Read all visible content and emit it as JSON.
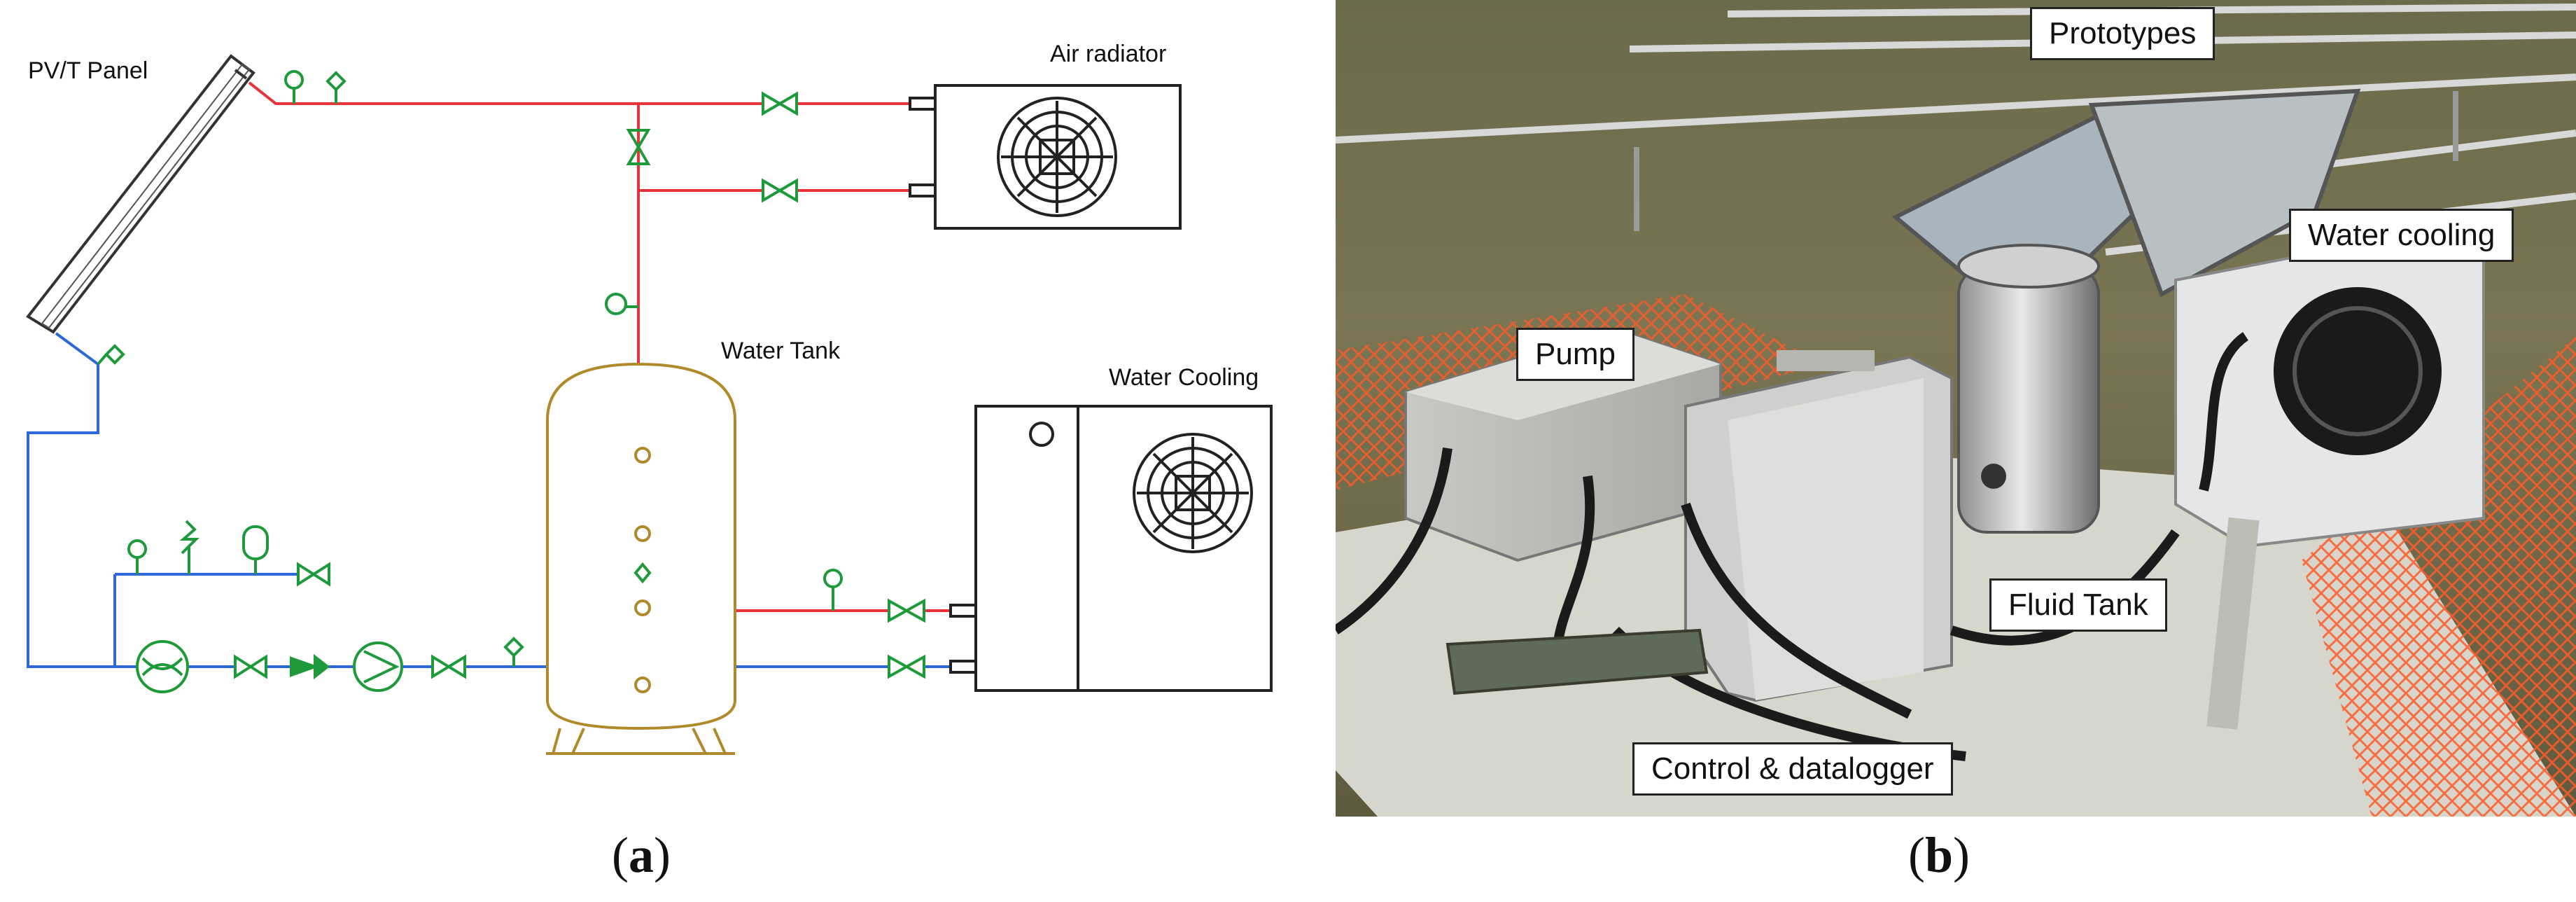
{
  "panel_a": {
    "labels": {
      "pvt_panel": "PV/T Panel",
      "air_radiator": "Air radiator",
      "water_tank": "Water Tank",
      "water_cooling": "Water Cooling"
    },
    "caption": {
      "open": "(",
      "letter": "a",
      "close": ")"
    },
    "colors": {
      "hot_line": "#e8323c",
      "cold_line": "#2d67d8",
      "instrument": "#1e9a3a",
      "tank": "#b08a2a"
    }
  },
  "panel_b": {
    "callouts": {
      "prototypes": "Prototypes",
      "water_cooling": "Water cooling",
      "pump": "Pump",
      "fluid_tank": "Fluid Tank",
      "control": "Control & datalogger"
    },
    "caption": {
      "open": "(",
      "letter": "b",
      "close": ")"
    }
  }
}
